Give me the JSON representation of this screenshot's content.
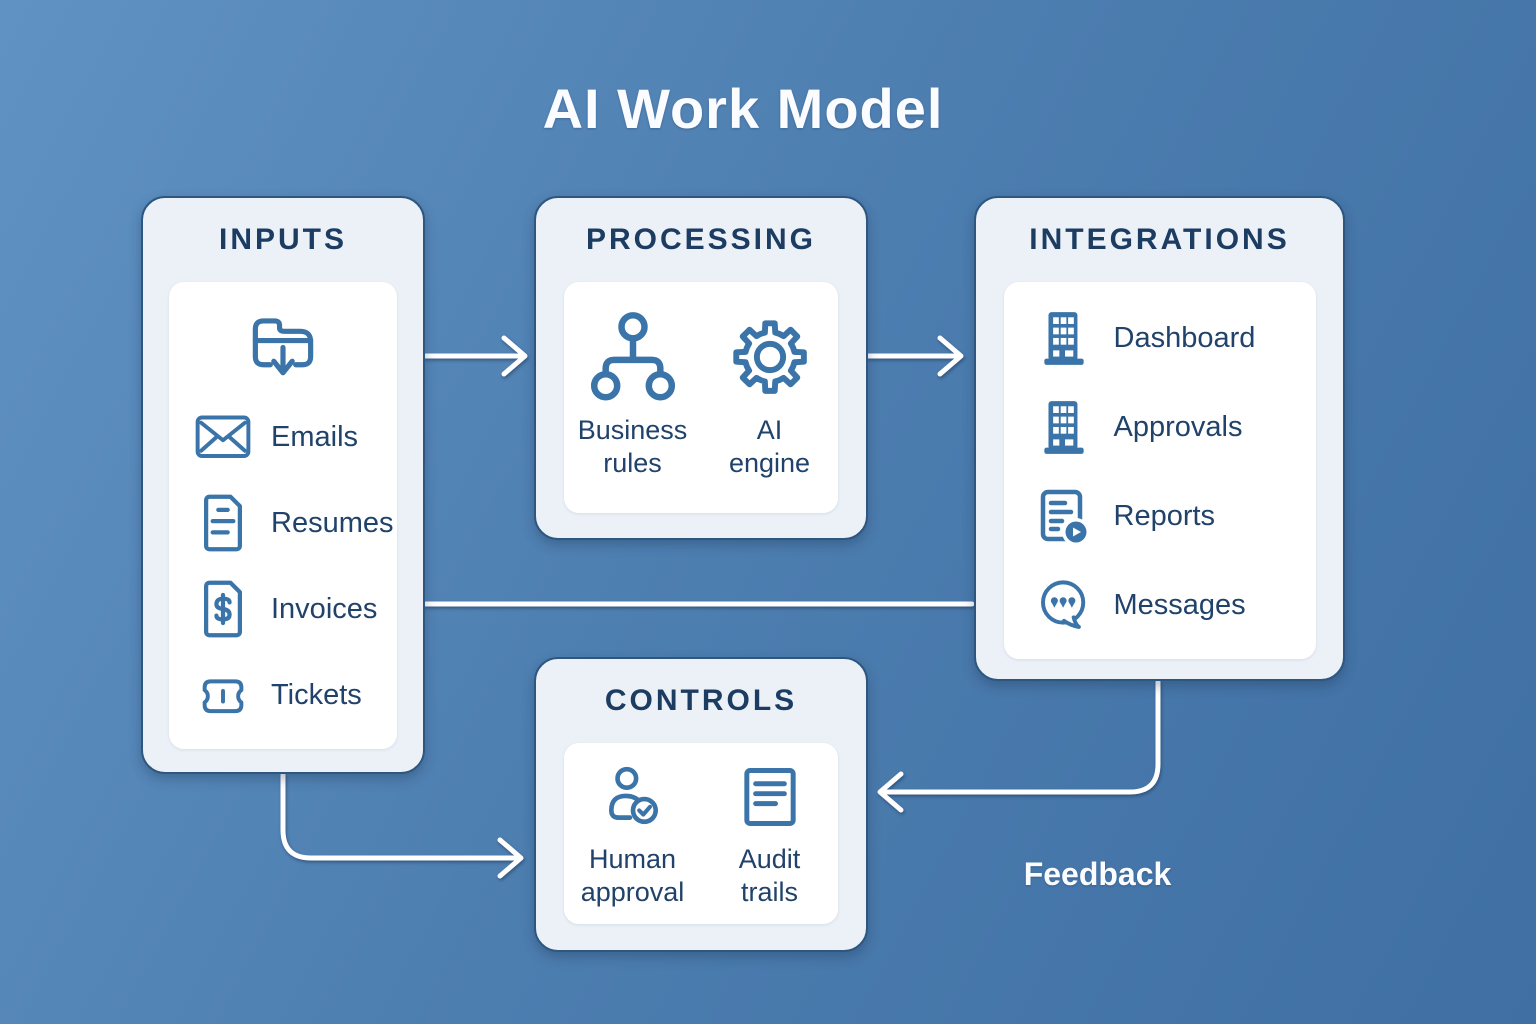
{
  "title": "AI Work Model",
  "feedback_label": "Feedback",
  "colors": {
    "background_top": "#6092c3",
    "background_bottom": "#3f6fa3",
    "panel_fill": "#ecf1f8",
    "panel_border": "#2e5780",
    "card_fill": "#ffffff",
    "heading_text": "#1c3c62",
    "item_text": "#21426a",
    "icon_accent": "#3a74a8",
    "connector": "#ffffff"
  },
  "panels": {
    "inputs": {
      "title": "INPUTS",
      "hero_icon": "folder-download-icon",
      "items": [
        {
          "icon": "mail-icon",
          "label": "Emails"
        },
        {
          "icon": "resume-icon",
          "label": "Resumes"
        },
        {
          "icon": "invoice-icon",
          "label": "Invoices"
        },
        {
          "icon": "ticket-icon",
          "label": "Tickets"
        }
      ]
    },
    "processing": {
      "title": "PROCESSING",
      "items": [
        {
          "icon": "hierarchy-icon",
          "label": "Business rules"
        },
        {
          "icon": "gear-icon",
          "label": "AI engine"
        }
      ]
    },
    "integrations": {
      "title": "INTEGRATIONS",
      "items": [
        {
          "icon": "building-icon",
          "label": "Dashboard"
        },
        {
          "icon": "building-icon",
          "label": "Approvals"
        },
        {
          "icon": "report-icon",
          "label": "Reports"
        },
        {
          "icon": "chat-icon",
          "label": "Messages"
        }
      ]
    },
    "controls": {
      "title": "CONTROLS",
      "items": [
        {
          "icon": "person-check-icon",
          "label": "Human approval"
        },
        {
          "icon": "audit-doc-icon",
          "label": "Audit trails"
        }
      ]
    }
  },
  "connectors": [
    {
      "name": "inputs-to-processing",
      "style": "arrow-right"
    },
    {
      "name": "processing-to-integrations",
      "style": "arrow-right"
    },
    {
      "name": "inputs-to-integrations",
      "style": "line"
    },
    {
      "name": "inputs-to-controls",
      "style": "arrow-right"
    },
    {
      "name": "integrations-to-controls",
      "style": "arrow-left",
      "label": "Feedback"
    }
  ]
}
